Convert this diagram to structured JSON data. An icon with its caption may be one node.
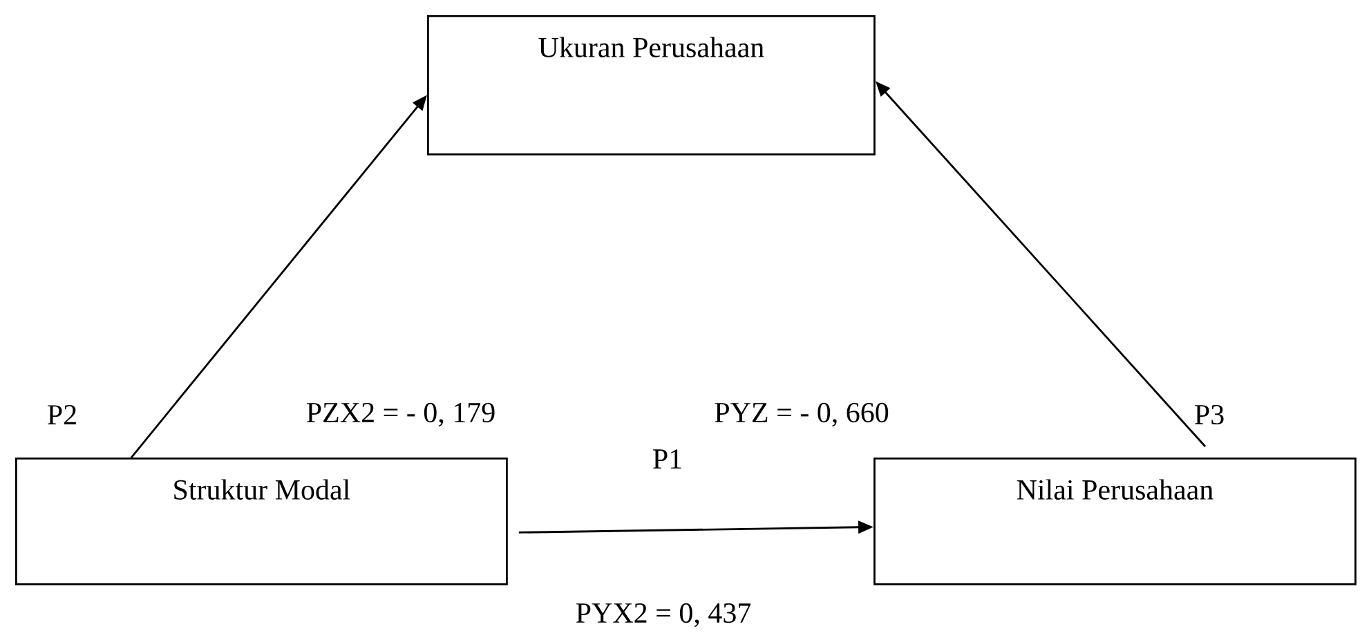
{
  "diagram": {
    "nodes": [
      {
        "text": [
          "Ukuran Perusahaan"
        ]
      },
      {
        "text": [
          "Struktur Modal"
        ]
      },
      {
        "text": [
          "Nilai Perusahaan"
        ]
      }
    ],
    "edges": [
      {
        "from": 1,
        "to": 0,
        "arrow": "to",
        "label": "P2"
      },
      {
        "from": 1,
        "to": 2,
        "arrow": "to",
        "label": "P1"
      },
      {
        "from": 2,
        "to": 0,
        "arrow": "to",
        "label": "P3"
      }
    ],
    "labels": [
      "PZX2 = - 0, 179",
      "PYZ = - 0, 660",
      "PYX2 = 0, 437"
    ]
  }
}
